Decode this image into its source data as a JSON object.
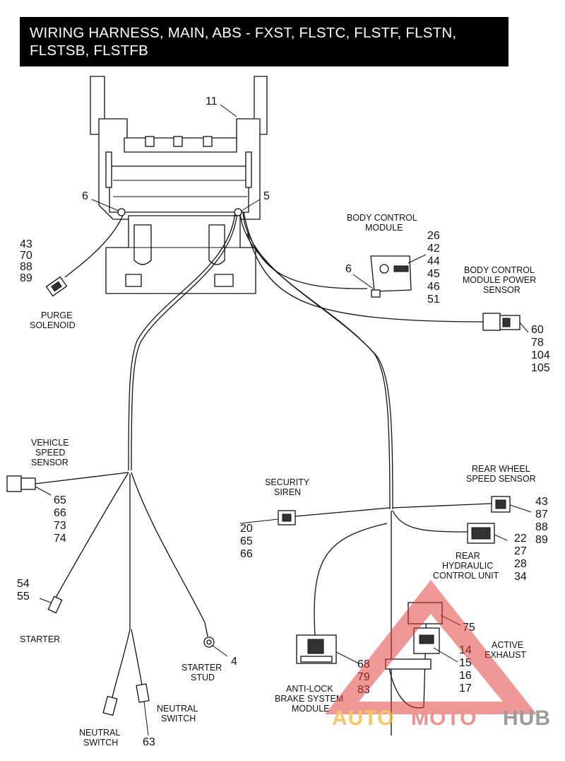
{
  "title": {
    "line1": "WIRING HARNESS, MAIN, ABS - FXST, FLSTC, FLSTF, FLSTN,",
    "line2": "FLSTSB, FLSTFB"
  },
  "callouts": {
    "harness": "11",
    "ground_left": "6",
    "ground_center": "5",
    "purge_solenoid": {
      "numbers": [
        "43",
        "70",
        "88",
        "89"
      ],
      "label": [
        "PURGE",
        "SOLENOID"
      ]
    },
    "body_control_module": {
      "label": [
        "BODY CONTROL",
        "MODULE"
      ],
      "numbers": [
        "26",
        "42",
        "44",
        "45",
        "46",
        "51"
      ],
      "ground": "6"
    },
    "bcm_power_sensor": {
      "label": [
        "BODY CONTROL",
        "MODULE POWER",
        "SENSOR"
      ],
      "numbers": [
        "60",
        "78",
        "104",
        "105"
      ]
    },
    "vehicle_speed_sensor": {
      "label": [
        "VEHICLE",
        "SPEED",
        "SENSOR"
      ],
      "numbers": [
        "65",
        "66",
        "73",
        "74"
      ]
    },
    "security_siren": {
      "label": [
        "SECURITY",
        "SIREN"
      ],
      "numbers": [
        "20",
        "65",
        "66"
      ]
    },
    "rear_wheel_speed_sensor": {
      "label": [
        "REAR WHEEL",
        "SPEED SENSOR"
      ],
      "numbers": [
        "43",
        "87",
        "88",
        "89"
      ]
    },
    "rear_hydraulic_control_unit": {
      "label": [
        "REAR",
        "HYDRAULIC",
        "CONTROL UNIT"
      ],
      "numbers": [
        "22",
        "27",
        "28",
        "34"
      ]
    },
    "starter": {
      "numbers": [
        "54",
        "55"
      ],
      "label": "STARTER"
    },
    "starter_stud": {
      "number": "4",
      "label": [
        "STARTER",
        "STUD"
      ]
    },
    "active_exhaust": {
      "number_top": "75",
      "numbers": [
        "14",
        "15",
        "16",
        "17"
      ],
      "label": [
        "ACTIVE",
        "EXHAUST"
      ]
    },
    "abs_module": {
      "numbers": [
        "68",
        "79",
        "83"
      ],
      "label": [
        "ANTI-LOCK",
        "BRAKE SYSTEM",
        "MODULE"
      ]
    },
    "neutral_switch": {
      "label_left": [
        "NEUTRAL",
        "SWITCH"
      ],
      "label_right": [
        "NEUTRAL",
        "SWITCH"
      ],
      "number": "63"
    }
  },
  "watermark": {
    "part1": "AUTO",
    "part2": "MOTO",
    "part3": "HUB",
    "colors": {
      "auto": "#f5b335",
      "moto": "#ec6e6e",
      "hub": "#7a7a7a",
      "triangle": "#e03a3a"
    }
  }
}
